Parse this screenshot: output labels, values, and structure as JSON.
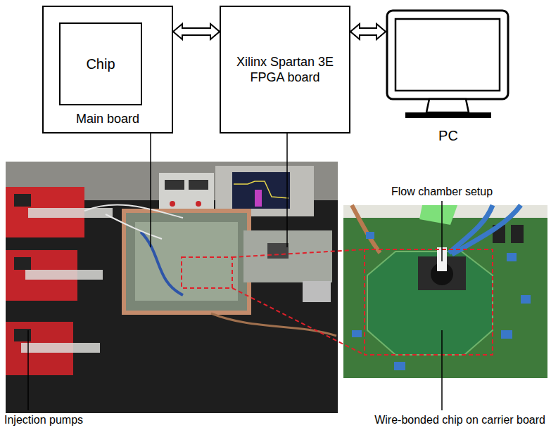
{
  "diagram": {
    "nodes": [
      {
        "text": [
          "Main board"
        ]
      },
      {
        "text": [
          "Chip"
        ],
        "in": 0
      },
      {
        "text": [
          "Xilinx Spartan 3E FPGA board"
        ]
      },
      {
        "text": [
          "PC"
        ]
      }
    ],
    "edges": [
      {
        "from": 0,
        "to": 2,
        "arrow": "both"
      },
      {
        "from": 2,
        "to": 3,
        "arrow": "both"
      }
    ],
    "labels": [
      "Injection pumps",
      "Wire-bonded chip on carrier board",
      "Flow chamber setup"
    ]
  }
}
